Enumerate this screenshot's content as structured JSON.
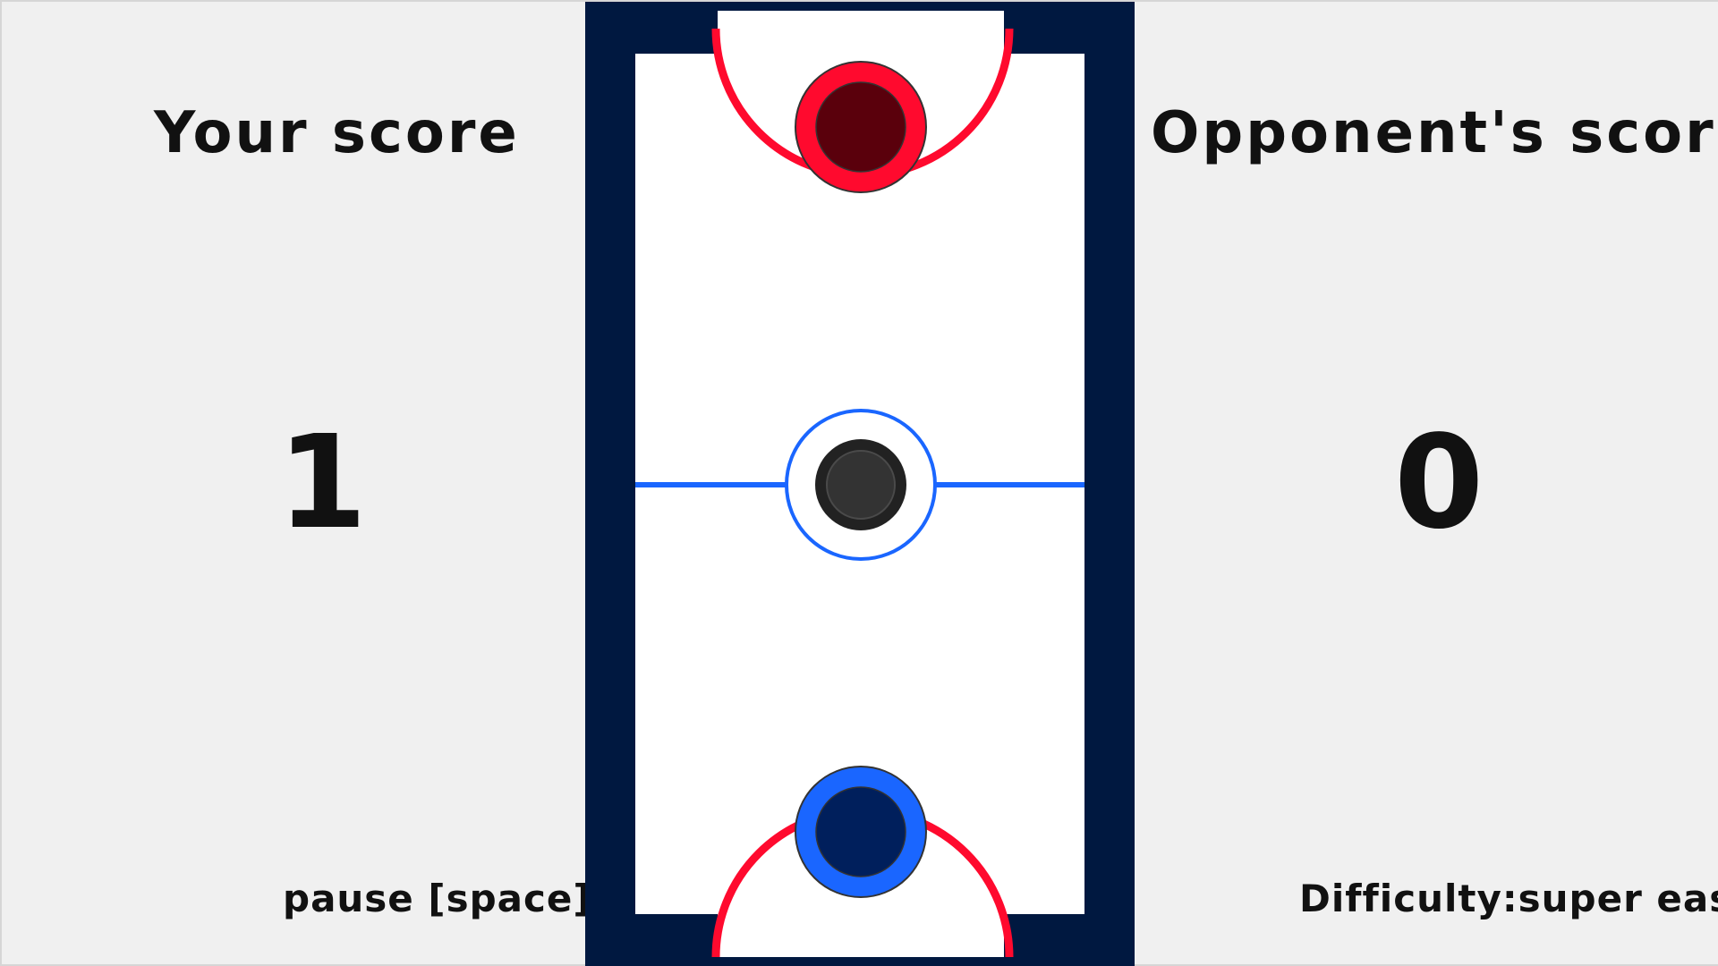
{
  "left_panel": {
    "title": "Your score",
    "score": "1",
    "footer": "pause [space]"
  },
  "right_panel": {
    "title": "Opponent's score",
    "score": "0",
    "footer": "Difficulty:super easy"
  },
  "colors": {
    "panel_bg": "#f0f0f0",
    "board_frame": "#001840",
    "board_surface": "#ffffff",
    "goal_arc": "#ff0a2e",
    "center_line": "#1a66ff",
    "opponent_mallet_outer": "#ff0a2e",
    "opponent_mallet_inner": "#5a000c",
    "player_mallet_outer": "#1a66ff",
    "player_mallet_inner": "#001f5c",
    "puck": "#222222"
  },
  "icons": {
    "opponent_mallet": "red-mallet-icon",
    "player_mallet": "blue-mallet-icon",
    "puck": "puck-icon"
  }
}
